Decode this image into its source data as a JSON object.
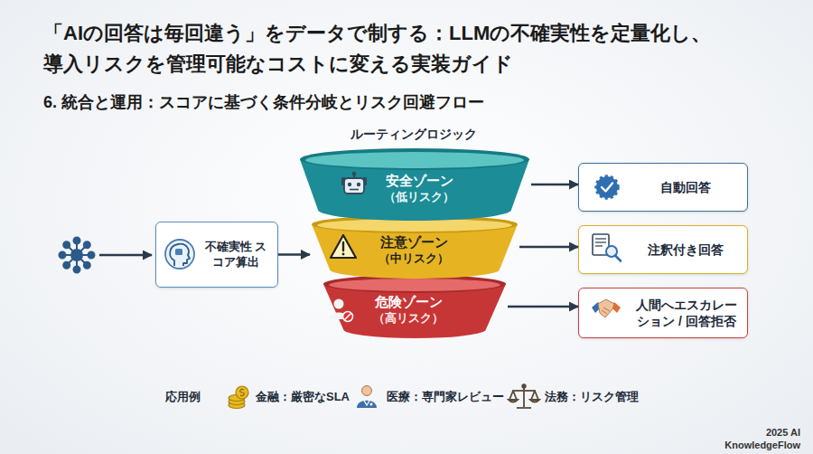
{
  "diagram": {
    "title": "「AIの回答は毎回違う」をデータで制する：LLMの不確実性を定量化し、 導入リスクを管理可能なコストに変える実装ガイド",
    "nodes": [
      {
        "text": [
          "不確実性 スコア算出"
        ]
      },
      {
        "text": [
          "安全ゾーン",
          "（低リスク）"
        ]
      },
      {
        "text": [
          "注意ゾーン",
          "（中リスク）"
        ]
      },
      {
        "text": [
          "危険ゾーン",
          "（高リスク）"
        ]
      },
      {
        "text": [
          "自動回答"
        ]
      },
      {
        "text": [
          "注釈付き回答"
        ]
      },
      {
        "text": [
          "人間へエスカレーション / 回答拒否"
        ]
      }
    ],
    "edges": [
      {
        "from": 0,
        "to": 2,
        "arrow": "to"
      },
      {
        "from": 1,
        "to": 4,
        "arrow": "to"
      },
      {
        "from": 2,
        "to": 5,
        "arrow": "to"
      },
      {
        "from": 3,
        "to": 6,
        "arrow": "to"
      }
    ],
    "labels": [
      "6. 統合と運用：スコアに基づく条件分岐とリスク回避フロー",
      "ルーティングロジック",
      "応用例",
      "金融：厳密なSLA",
      "医療：専門家レビュー",
      "法務：リスク管理",
      "2025 AI KnowledgeFlow"
    ]
  }
}
